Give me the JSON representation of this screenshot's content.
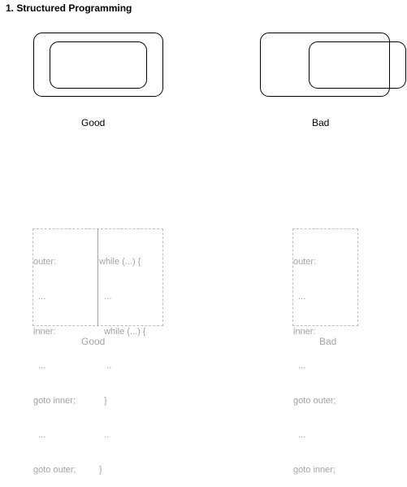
{
  "title": "1. Structured Programming",
  "top_diagrams": {
    "good_label": "Good",
    "bad_label": "Bad"
  },
  "code_examples": {
    "good_label": "Good",
    "bad_label": "Bad",
    "good_left_lines": [
      "outer:",
      "  ...",
      "inner:",
      "  ...",
      "goto inner;",
      "  ...",
      "goto outer;"
    ],
    "good_right_lines": [
      "while (...) {",
      "  ...",
      "  while (...) {",
      "   ..",
      "  }",
      "  ..",
      "}"
    ],
    "bad_lines": [
      "outer:",
      "  ...",
      "inner:",
      "  ...",
      "goto outer;",
      "  ...",
      "goto inner;"
    ]
  }
}
